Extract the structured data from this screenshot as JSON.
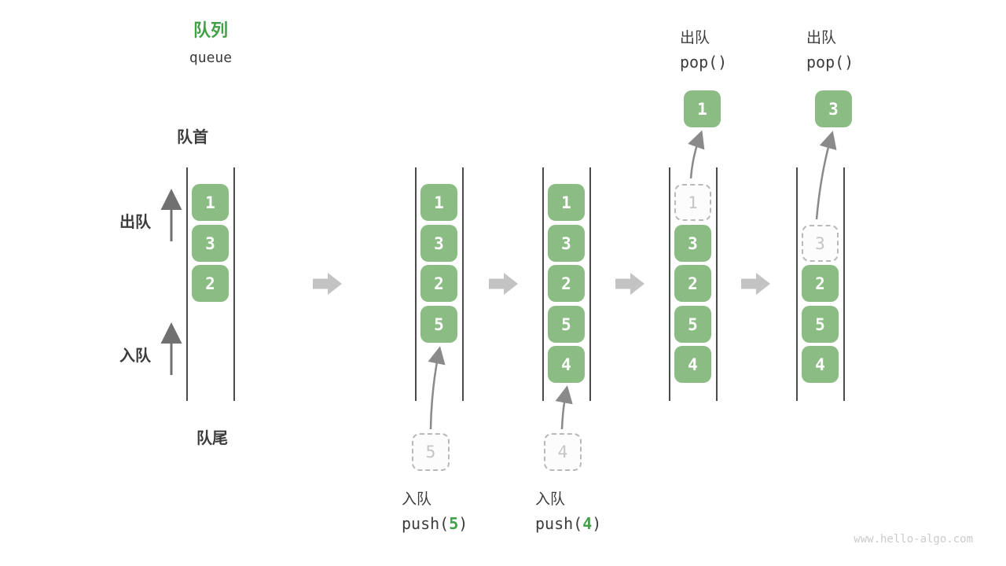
{
  "header": {
    "title_cn": "队列",
    "title_en": "queue"
  },
  "labels": {
    "front": "队首",
    "rear": "队尾",
    "dequeue_side": "出队",
    "enqueue_side": "入队"
  },
  "operations": {
    "push5": {
      "name_cn": "入队",
      "code_pre": "push(",
      "arg": "5",
      "code_post": ")"
    },
    "push4": {
      "name_cn": "入队",
      "code_pre": "push(",
      "arg": "4",
      "code_post": ")"
    },
    "pop1": {
      "name_cn": "出队",
      "code": "pop()"
    },
    "pop2": {
      "name_cn": "出队",
      "code": "pop()"
    }
  },
  "queues": [
    {
      "items": [
        "1",
        "3",
        "2"
      ]
    },
    {
      "items": [
        "1",
        "3",
        "2",
        "5"
      ],
      "incoming": "5"
    },
    {
      "items": [
        "1",
        "3",
        "2",
        "5",
        "4"
      ],
      "incoming": "4"
    },
    {
      "ghost": "1",
      "items": [
        "3",
        "2",
        "5",
        "4"
      ],
      "popped": "1"
    },
    {
      "ghost": "3",
      "items": [
        "2",
        "5",
        "4"
      ],
      "popped": "3"
    }
  ],
  "watermark": "www.hello-algo.com",
  "colors": {
    "accent_green": "#43a047",
    "box_green": "#8bbc84",
    "thin_arrow_gray": "#8a8a8a",
    "block_arrow_gray": "#c3c3c3",
    "container_line": "#4a4a4a",
    "ghost_border": "#b9b9b9",
    "ghost_text": "#c4c4c4",
    "text_dark": "#3c3c3c",
    "watermark_gray": "#cbcbcb"
  }
}
